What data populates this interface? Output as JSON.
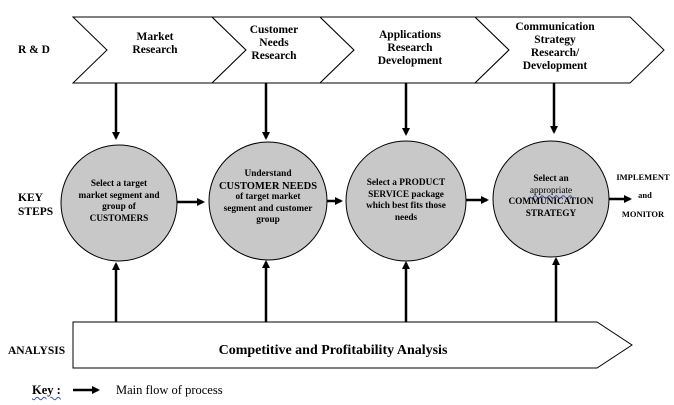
{
  "rows": {
    "rd": "R & D",
    "key_steps_line1": "KEY",
    "key_steps_line2": "STEPS",
    "analysis": "ANALYSIS"
  },
  "rd_stages": [
    {
      "lines": [
        "Market",
        "Research"
      ]
    },
    {
      "lines": [
        "Customer",
        "Needs",
        "Research"
      ]
    },
    {
      "lines": [
        "Applications",
        "Research",
        "Development"
      ]
    },
    {
      "lines": [
        "Communication",
        "Strategy",
        "Research/",
        "Development"
      ]
    }
  ],
  "key_steps": [
    {
      "lines": [
        "Select a target",
        "market segment and",
        "group of",
        "CUSTOMERS"
      ]
    },
    {
      "lines": [
        "Understand",
        "CUSTOMER NEEDS",
        "of target market",
        "segment and customer",
        "group"
      ]
    },
    {
      "lines": [
        "Select a PRODUCT",
        "SERVICE package",
        "which best fits those",
        "needs"
      ]
    },
    {
      "lines": [
        "Select an",
        "appropriate",
        "COMMUNICATION",
        "STRATEGY"
      ]
    }
  ],
  "outcome": {
    "line1": "IMPLEMENT",
    "line2": "and",
    "line3": "MONITOR"
  },
  "analysis_bar": {
    "title": "Competitive and Profitability Analysis"
  },
  "key": {
    "label": "Key :",
    "description": "Main flow of process"
  },
  "colors": {
    "circle_fill": "#c8c8c8",
    "stroke": "#000000",
    "chevron_fill": "#ffffff"
  }
}
